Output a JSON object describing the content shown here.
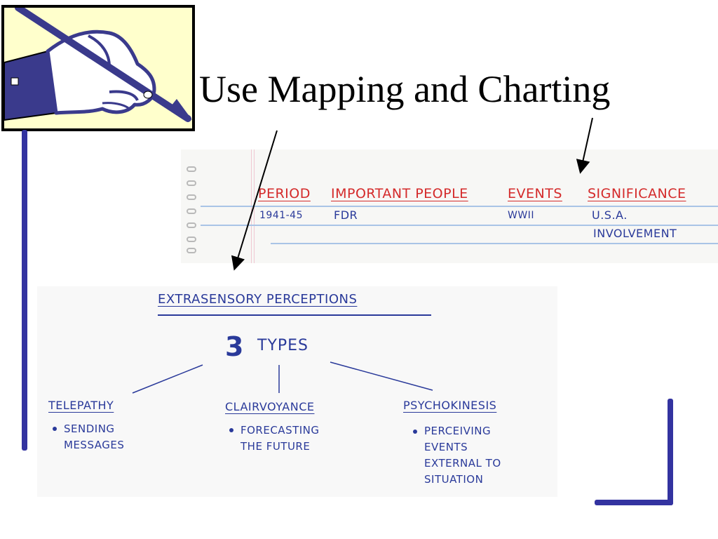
{
  "slide": {
    "title": "Use Mapping and Charting"
  },
  "logo": {
    "icon": "hand-writing-with-pen-icon",
    "background": "#ffffcc"
  },
  "notebook_table": {
    "headers": [
      "PERIOD",
      "IMPORTANT PEOPLE",
      "EVENTS",
      "SIGNIFICANCE"
    ],
    "row": {
      "period": "1941-45",
      "people": "FDR",
      "events": "WWII",
      "significance_line1": "U.S.A.",
      "significance_line2": "INVOLVEMENT"
    }
  },
  "concept_map": {
    "title": "EXTRASENSORY PERCEPTIONS",
    "center_number": "3",
    "center_label": "TYPES",
    "nodes": [
      {
        "title": "TELEPATHY",
        "lines": [
          "SENDING",
          "MESSAGES"
        ]
      },
      {
        "title": "CLAIRVOYANCE",
        "lines": [
          "FORECASTING",
          "THE FUTURE"
        ]
      },
      {
        "title": "PSYCHOKINESIS",
        "lines": [
          "PERCEIVING",
          "EVENTS",
          "EXTERNAL TO",
          "SITUATION"
        ]
      }
    ]
  },
  "colors": {
    "accent_blue": "#3333a0",
    "header_red": "#d42a2a",
    "ink_blue": "#2a3a9a"
  }
}
